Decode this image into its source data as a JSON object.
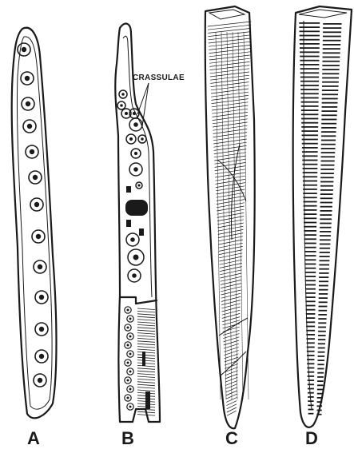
{
  "figure": {
    "panel_labels": [
      "A",
      "B",
      "C",
      "D"
    ],
    "callout": "CRASSULAE"
  },
  "colors": {
    "ink": "#1a1a1a",
    "background": "#ffffff"
  }
}
